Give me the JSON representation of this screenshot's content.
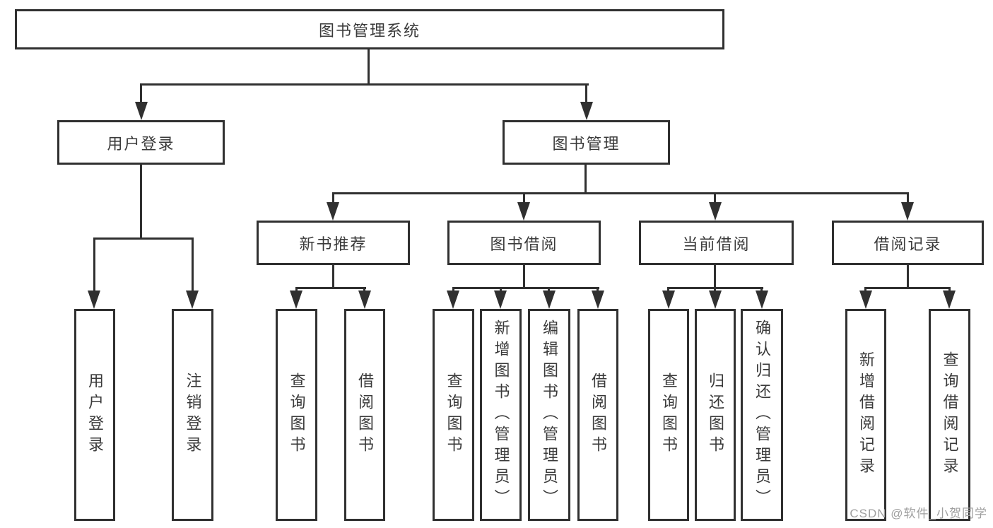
{
  "tree": {
    "root": "图书管理系统",
    "branches": [
      {
        "label": "用户登录",
        "children": [
          "用户登录",
          "注销登录"
        ]
      },
      {
        "label": "图书管理",
        "groups": [
          {
            "label": "新书推荐",
            "children": [
              "查询图书",
              "借阅图书"
            ]
          },
          {
            "label": "图书借阅",
            "children": [
              "查询图书",
              "新增图书（管理员）",
              "编辑图书（管理员）",
              "借阅图书"
            ]
          },
          {
            "label": "当前借阅",
            "children": [
              "查询图书",
              "归还图书",
              "确认归还（管理员）"
            ]
          },
          {
            "label": "借阅记录",
            "children": [
              "新增借阅记录",
              "查询借阅记录"
            ]
          }
        ]
      }
    ]
  },
  "watermark": {
    "text": "CSDN @软件_小贺同学"
  },
  "colors": {
    "line": "#303030",
    "text": "#3a3a3a",
    "background": "#ffffff",
    "watermark": "#9f9f9f"
  }
}
